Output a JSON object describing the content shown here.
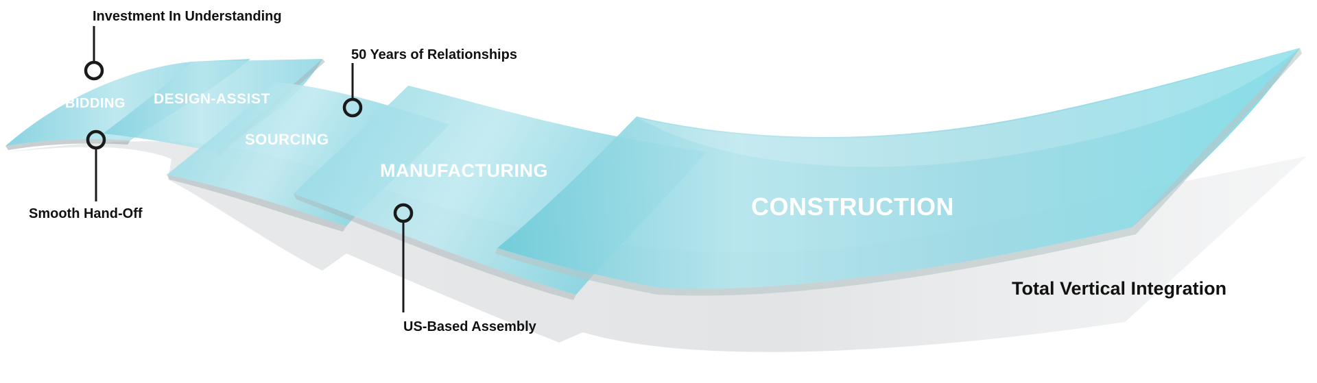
{
  "phases": {
    "bidding": "BIDDING",
    "design_assist": "DESIGN-ASSIST",
    "sourcing": "SOURCING",
    "manufacturing": "MANUFACTURING",
    "construction": "CONSTRUCTION"
  },
  "callouts": {
    "investment": "Investment In Understanding",
    "smooth_handoff": "Smooth Hand-Off",
    "relationships": "50 Years of Relationships",
    "us_assembly": "US-Based Assembly",
    "vertical_integration": "Total Vertical Integration"
  },
  "colors": {
    "panel_light": "#bfeaf0",
    "panel_mid": "#8fd6e2",
    "panel_dark": "#5cc4d4",
    "shadow": "#e4e6e8",
    "text_dark": "#111111"
  }
}
